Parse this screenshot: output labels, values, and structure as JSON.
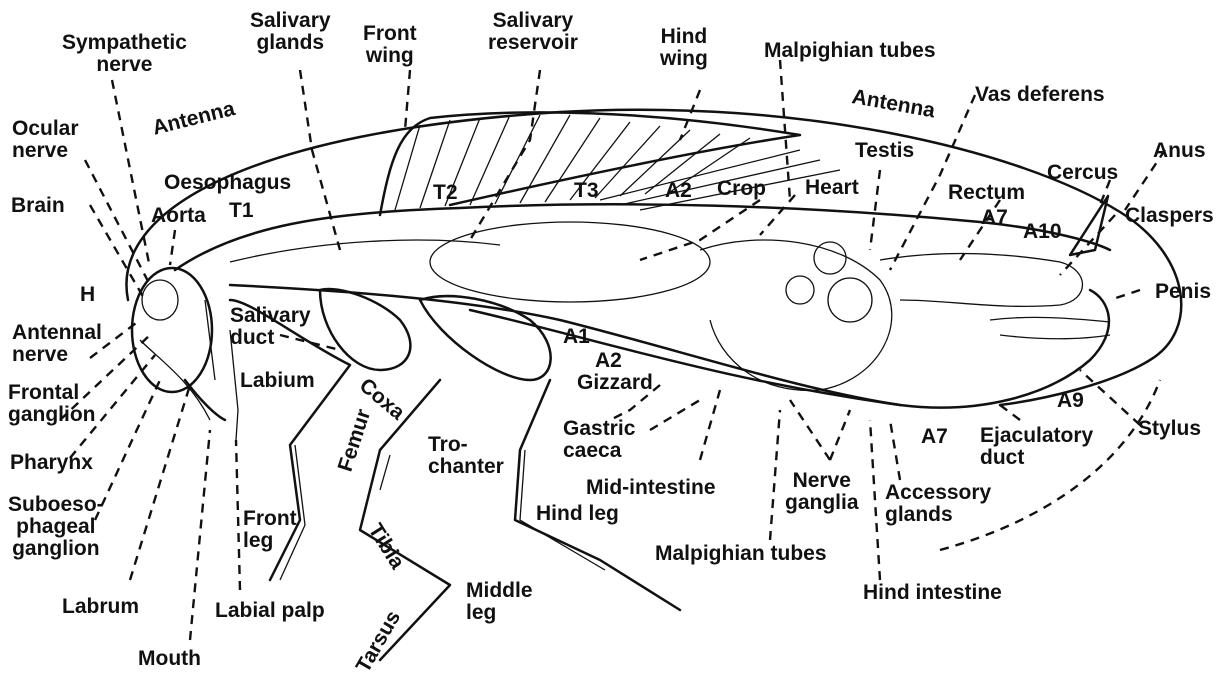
{
  "labels": {
    "sympathetic_nerve": "Sympathetic\nnerve",
    "salivary_glands": "Salivary\nglands",
    "front_wing": "Front\nwing",
    "salivary_reservoir": "Salivary\nreservoir",
    "hind_wing": "Hind\nwing",
    "malpighian_tubes_top": "Malpighian tubes",
    "vas_deferens": "Vas deferens",
    "ocular_nerve": "Ocular\nnerve",
    "antenna_left": "Antenna",
    "antenna_right": "Antenna",
    "testis": "Testis",
    "anus": "Anus",
    "cercus": "Cercus",
    "oesophagus": "Oesophagus",
    "t2": "T2",
    "t3": "T3",
    "a2_top": "A2",
    "crop": "Crop",
    "heart": "Heart",
    "rectum": "Rectum",
    "brain": "Brain",
    "aorta": "Aorta",
    "t1": "T1",
    "a7_top": "A7",
    "a10": "A10",
    "claspers": "Claspers",
    "h": "H",
    "penis": "Penis",
    "salivary_duct": "Salivary\nduct",
    "antennal_nerve": "Antennal\nnerve",
    "a1": "A1",
    "labium": "Labium",
    "coxa": "Coxa",
    "a2_bottom": "A2",
    "frontal_ganglion": "Frontal\nganglion",
    "gizzard": "Gizzard",
    "a9": "A9",
    "gastric_caeca": "Gastric\ncaeca",
    "trochanter": "Tro-\nchanter",
    "a7_bottom": "A7",
    "ejaculatory_duct": "Ejaculatory\nduct",
    "stylus": "Stylus",
    "pharynx": "Pharynx",
    "femur": "Femur",
    "mid_intestine": "Mid-intestine",
    "nerve_ganglia": "Nerve\nganglia",
    "accessory_glands": "Accessory\nglands",
    "suboesophageal_ganglion": "Suboeso-\nphageal\nganglion",
    "front_leg": "Front\nleg",
    "hind_leg": "Hind leg",
    "tibia": "Tibia",
    "malpighian_tubes_bottom": "Malpighian tubes",
    "labrum": "Labrum",
    "labial_palp": "Labial palp",
    "middle_leg": "Middle\nleg",
    "hind_intestine": "Hind intestine",
    "tarsus": "Tarsus",
    "mouth": "Mouth"
  }
}
